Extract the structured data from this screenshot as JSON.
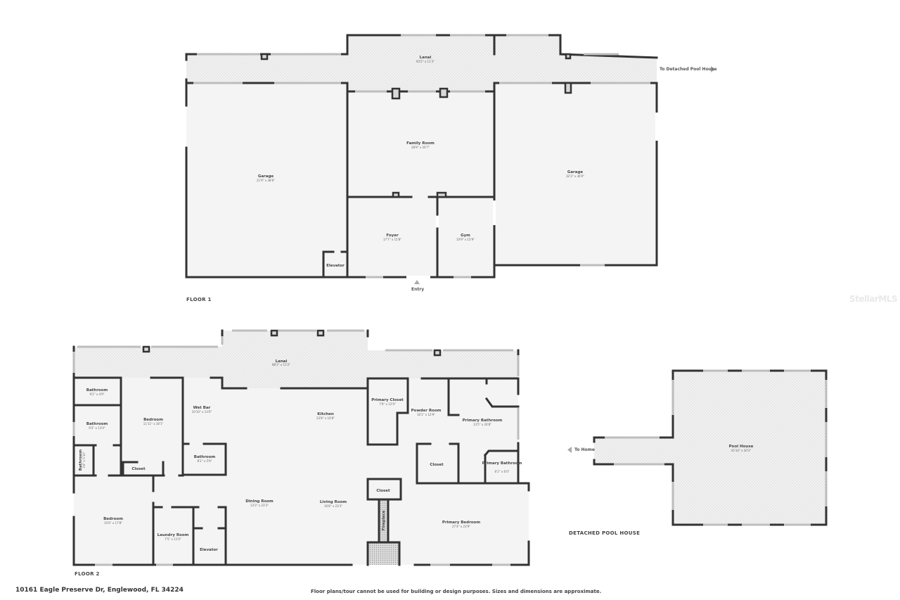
{
  "colors": {
    "wall": "#333333",
    "floor": "#f4f4f4",
    "window": "#bdbdbd",
    "text": "#444444"
  },
  "floor1": {
    "label": "FLOOR 1",
    "rooms": [
      {
        "name": "Lanai",
        "dim": "93'5\" x 11'3\""
      },
      {
        "name": "Garage",
        "dim": "21'9\" x 38'6\""
      },
      {
        "name": "Family Room",
        "dim": "28'9\" x 20'7\""
      },
      {
        "name": "Garage",
        "dim": "32'3\" x 36'0\""
      },
      {
        "name": "Foyer",
        "dim": "17'7\" x 15'8\""
      },
      {
        "name": "Gym",
        "dim": "10'9\" x 15'9\""
      },
      {
        "name": "Elevator",
        "dim": ""
      }
    ],
    "entry_label": "Entry",
    "to_pool_house_label": "To Detached Pool House"
  },
  "floor2": {
    "label": "FLOOR 2",
    "rooms": [
      {
        "name": "Lanai",
        "dim": "88'3\" x 11'2\""
      },
      {
        "name": "Bathroom",
        "dim": "9'2\" x 4'9\""
      },
      {
        "name": "Bathroom",
        "dim": "9'2\" x 13'4\""
      },
      {
        "name": "Bathroom",
        "dim": "3'6\" x 5'10\""
      },
      {
        "name": "Bedroom",
        "dim": "11'11\" x 18'1\""
      },
      {
        "name": "Closet",
        "dim": ""
      },
      {
        "name": "Wet Bar",
        "dim": "10'10\" x 13'0\""
      },
      {
        "name": "Bathroom",
        "dim": "8'1\" x 5'9\""
      },
      {
        "name": "Kitchen",
        "dim": "23'8\" x 10'8\""
      },
      {
        "name": "Primary Closet",
        "dim": "7'6\" x 12'9\""
      },
      {
        "name": "Powder Room",
        "dim": "10'1\" x 12'9\""
      },
      {
        "name": "Primary Bathroom",
        "dim": "13'5\" x 20'8\""
      },
      {
        "name": "Closet",
        "dim": ""
      },
      {
        "name": "Primary Bathroom",
        "dim": "6'1\" x 6'0\""
      },
      {
        "name": "Closet",
        "dim": ""
      },
      {
        "name": "Bedroom",
        "dim": "15'6\" x 17'8\""
      },
      {
        "name": "Laundry Room",
        "dim": "7'5\" x 11'0\""
      },
      {
        "name": "Elevator",
        "dim": ""
      },
      {
        "name": "Dining Room",
        "dim": "13'3\" x 23'3\""
      },
      {
        "name": "Living Room",
        "dim": "16'8\" x 23'3\""
      },
      {
        "name": "Fireplace",
        "dim": ""
      },
      {
        "name": "Primary Bedroom",
        "dim": "27'4\" x 23'9\""
      }
    ]
  },
  "pool_house": {
    "label": "DETACHED POOL HOUSE",
    "room": {
      "name": "Pool House",
      "dim": "45'10\" x 30'3\""
    },
    "to_home_label": "To Home"
  },
  "footer": {
    "address": "10161 Eagle Preserve Dr, Englewood, FL 34224",
    "disclaimer": "Floor plans/tour cannot be used for building or design purposes. Sizes and dimensions are approximate."
  },
  "watermark": "StellarMLS"
}
